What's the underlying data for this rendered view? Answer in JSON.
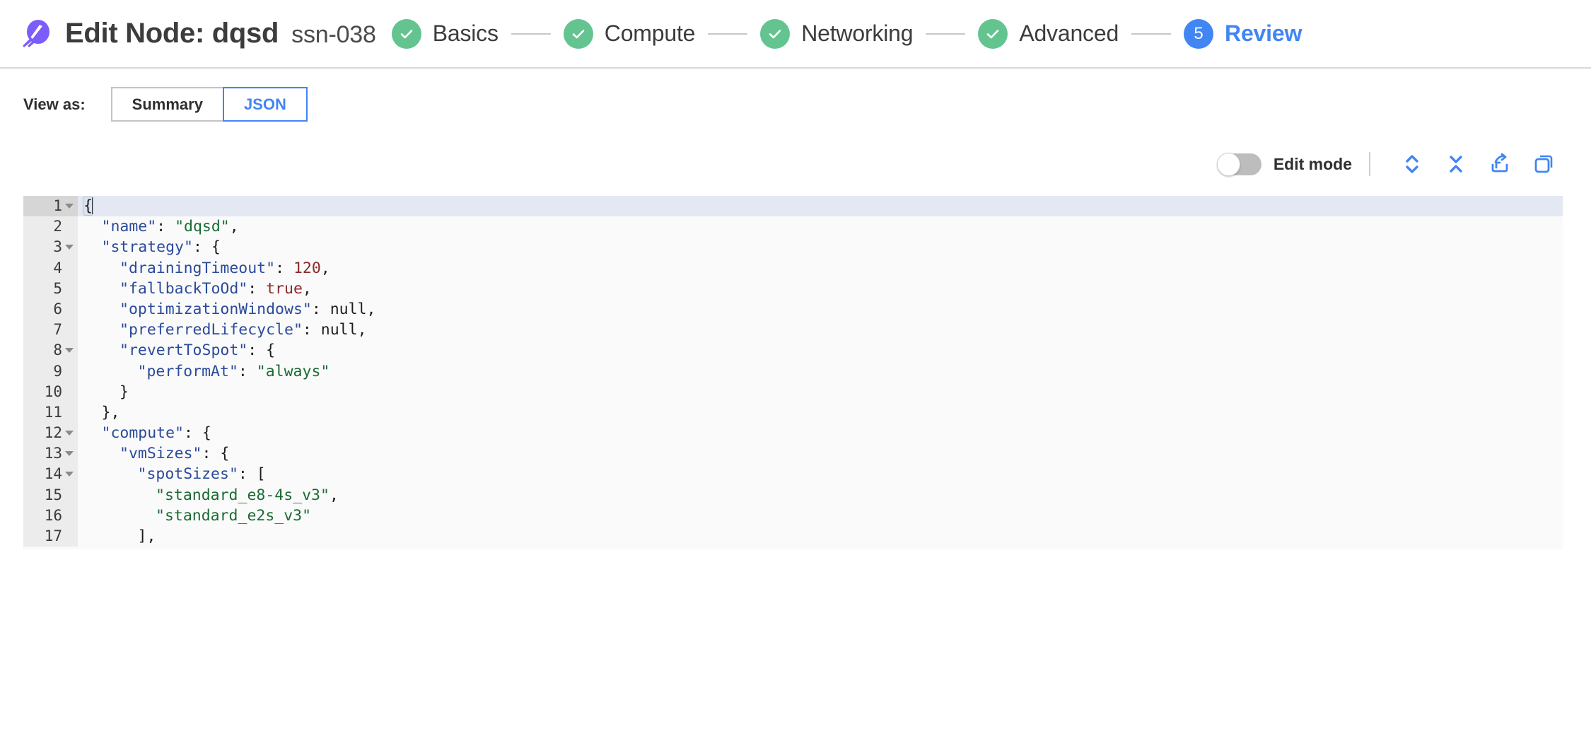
{
  "header": {
    "logo_name": "spot-logo",
    "logo_color": "#7c5cfa",
    "title": "Edit Node: dqsd",
    "node_id": "ssn-038",
    "stepper": [
      {
        "label": "Basics",
        "state": "done",
        "marker": "✓"
      },
      {
        "label": "Compute",
        "state": "done",
        "marker": "✓"
      },
      {
        "label": "Networking",
        "state": "done",
        "marker": "✓"
      },
      {
        "label": "Advanced",
        "state": "done",
        "marker": "✓"
      },
      {
        "label": "Review",
        "state": "current",
        "marker": "5"
      }
    ],
    "colors": {
      "done": "#63c490",
      "current": "#4285f4",
      "connector": "#c8c8c8"
    }
  },
  "view_as": {
    "label": "View as:",
    "options": [
      "Summary",
      "JSON"
    ],
    "selected": "JSON"
  },
  "editor_toolbar": {
    "edit_mode_label": "Edit mode",
    "edit_mode_on": false,
    "actions": [
      {
        "name": "expand-all-icon",
        "title": "Expand all"
      },
      {
        "name": "collapse-all-icon",
        "title": "Collapse all"
      },
      {
        "name": "export-icon",
        "title": "Export"
      },
      {
        "name": "copy-icon",
        "title": "Copy"
      }
    ],
    "accent": "#4285f4"
  },
  "editor": {
    "language": "json",
    "active_line": 1,
    "syntax_colors": {
      "key": "#2b4a9b",
      "string": "#1a6b33",
      "number": "#8a2a2a",
      "boolean": "#8a2a2a",
      "null": "#1d1d1d",
      "punctuation": "#1d1d1d",
      "gutter_bg": "#ececec",
      "active_line_bg": "#e4e8f2",
      "editor_bg": "#fafafa"
    },
    "lines": [
      {
        "n": 1,
        "fold": true,
        "indent": 0,
        "tokens": [
          {
            "t": "{",
            "c": "p hl"
          }
        ],
        "caret": true
      },
      {
        "n": 2,
        "fold": false,
        "indent": 1,
        "tokens": [
          {
            "t": "\"name\"",
            "c": "k"
          },
          {
            "t": ": ",
            "c": "p"
          },
          {
            "t": "\"dqsd\"",
            "c": "s"
          },
          {
            "t": ",",
            "c": "p"
          }
        ]
      },
      {
        "n": 3,
        "fold": true,
        "indent": 1,
        "tokens": [
          {
            "t": "\"strategy\"",
            "c": "k"
          },
          {
            "t": ": {",
            "c": "p"
          }
        ]
      },
      {
        "n": 4,
        "fold": false,
        "indent": 2,
        "tokens": [
          {
            "t": "\"drainingTimeout\"",
            "c": "k"
          },
          {
            "t": ": ",
            "c": "p"
          },
          {
            "t": "120",
            "c": "n"
          },
          {
            "t": ",",
            "c": "p"
          }
        ]
      },
      {
        "n": 5,
        "fold": false,
        "indent": 2,
        "tokens": [
          {
            "t": "\"fallbackToOd\"",
            "c": "k"
          },
          {
            "t": ": ",
            "c": "p"
          },
          {
            "t": "true",
            "c": "b"
          },
          {
            "t": ",",
            "c": "p"
          }
        ]
      },
      {
        "n": 6,
        "fold": false,
        "indent": 2,
        "tokens": [
          {
            "t": "\"optimizationWindows\"",
            "c": "k"
          },
          {
            "t": ": ",
            "c": "p"
          },
          {
            "t": "null",
            "c": "nul"
          },
          {
            "t": ",",
            "c": "p"
          }
        ]
      },
      {
        "n": 7,
        "fold": false,
        "indent": 2,
        "tokens": [
          {
            "t": "\"preferredLifecycle\"",
            "c": "k"
          },
          {
            "t": ": ",
            "c": "p"
          },
          {
            "t": "null",
            "c": "nul"
          },
          {
            "t": ",",
            "c": "p"
          }
        ]
      },
      {
        "n": 8,
        "fold": true,
        "indent": 2,
        "tokens": [
          {
            "t": "\"revertToSpot\"",
            "c": "k"
          },
          {
            "t": ": {",
            "c": "p"
          }
        ]
      },
      {
        "n": 9,
        "fold": false,
        "indent": 3,
        "tokens": [
          {
            "t": "\"performAt\"",
            "c": "k"
          },
          {
            "t": ": ",
            "c": "p"
          },
          {
            "t": "\"always\"",
            "c": "s"
          }
        ]
      },
      {
        "n": 10,
        "fold": false,
        "indent": 2,
        "tokens": [
          {
            "t": "}",
            "c": "p"
          }
        ]
      },
      {
        "n": 11,
        "fold": false,
        "indent": 1,
        "tokens": [
          {
            "t": "},",
            "c": "p"
          }
        ]
      },
      {
        "n": 12,
        "fold": true,
        "indent": 1,
        "tokens": [
          {
            "t": "\"compute\"",
            "c": "k"
          },
          {
            "t": ": {",
            "c": "p"
          }
        ]
      },
      {
        "n": 13,
        "fold": true,
        "indent": 2,
        "tokens": [
          {
            "t": "\"vmSizes\"",
            "c": "k"
          },
          {
            "t": ": {",
            "c": "p"
          }
        ]
      },
      {
        "n": 14,
        "fold": true,
        "indent": 3,
        "tokens": [
          {
            "t": "\"spotSizes\"",
            "c": "k"
          },
          {
            "t": ": [",
            "c": "p"
          }
        ]
      },
      {
        "n": 15,
        "fold": false,
        "indent": 4,
        "tokens": [
          {
            "t": "\"standard_e8-4s_v3\"",
            "c": "s"
          },
          {
            "t": ",",
            "c": "p"
          }
        ]
      },
      {
        "n": 16,
        "fold": false,
        "indent": 4,
        "tokens": [
          {
            "t": "\"standard_e2s_v3\"",
            "c": "s"
          }
        ]
      },
      {
        "n": 17,
        "fold": false,
        "indent": 3,
        "tokens": [
          {
            "t": "],",
            "c": "p"
          }
        ]
      }
    ]
  }
}
